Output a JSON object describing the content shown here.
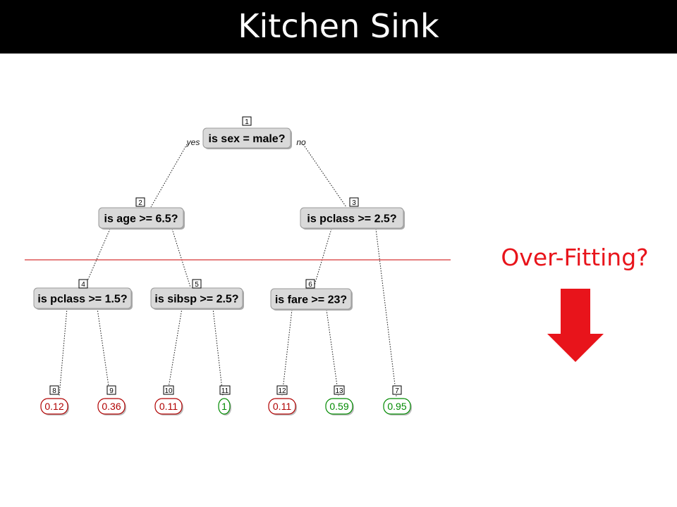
{
  "slide": {
    "title": "Kitchen Sink"
  },
  "annotation": {
    "text": "Over-Fitting?",
    "color": "#e8141b"
  },
  "tree": {
    "branch_yes": "yes",
    "branch_no": "no",
    "nodes": [
      {
        "id": "1",
        "question": "is sex = male?"
      },
      {
        "id": "2",
        "question": "is age >= 6.5?"
      },
      {
        "id": "3",
        "question": "is pclass >= 2.5?"
      },
      {
        "id": "4",
        "question": "is pclass >= 1.5?"
      },
      {
        "id": "5",
        "question": "is sibsp >= 2.5?"
      },
      {
        "id": "6",
        "question": "is fare >= 23?"
      }
    ],
    "leaves": [
      {
        "id": "8",
        "value": "0.12",
        "outcome": "died"
      },
      {
        "id": "9",
        "value": "0.36",
        "outcome": "died"
      },
      {
        "id": "10",
        "value": "0.11",
        "outcome": "died"
      },
      {
        "id": "11",
        "value": "1",
        "outcome": "survived"
      },
      {
        "id": "12",
        "value": "0.11",
        "outcome": "died"
      },
      {
        "id": "13",
        "value": "0.59",
        "outcome": "survived"
      },
      {
        "id": "7",
        "value": "0.95",
        "outcome": "survived"
      }
    ],
    "colors": {
      "died": "#b00000",
      "survived": "#008a00",
      "node_fill": "#d9d9d9",
      "cut_line": "#cc0000"
    }
  }
}
